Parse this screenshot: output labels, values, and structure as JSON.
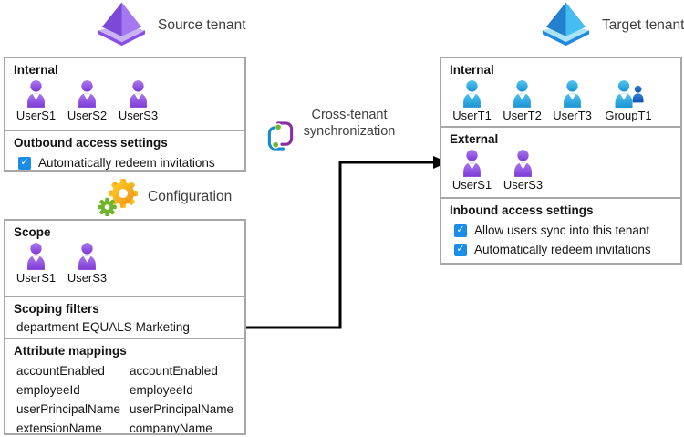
{
  "source_tenant": {
    "label": "Source tenant"
  },
  "target_tenant": {
    "label": "Target tenant"
  },
  "sync": {
    "label_line1": "Cross-tenant",
    "label_line2": "synchronization"
  },
  "configuration": {
    "label": "Configuration"
  },
  "source_box": {
    "internal": {
      "title": "Internal",
      "users": [
        "UserS1",
        "UserS2",
        "UserS3"
      ]
    },
    "outbound": {
      "title": "Outbound access settings",
      "items": [
        {
          "label": "Automatically redeem invitations",
          "checked": true
        }
      ]
    }
  },
  "config_box": {
    "scope": {
      "title": "Scope",
      "users": [
        "UserS1",
        "UserS3"
      ]
    },
    "scoping_filters": {
      "title": "Scoping filters",
      "filter": "department EQUALS Marketing"
    },
    "attribute_mappings": {
      "title": "Attribute mappings",
      "rows": [
        {
          "source": "accountEnabled",
          "target": "accountEnabled"
        },
        {
          "source": "employeeId",
          "target": "employeeId"
        },
        {
          "source": "userPrincipalName",
          "target": "userPrincipalName"
        },
        {
          "source": "extensionName",
          "target": "companyName"
        }
      ]
    }
  },
  "target_box": {
    "internal": {
      "title": "Internal",
      "users": [
        "UserT1",
        "UserT2",
        "UserT3"
      ],
      "group": "GroupT1"
    },
    "external": {
      "title": "External",
      "users": [
        "UserS1",
        "UserS3"
      ]
    },
    "inbound": {
      "title": "Inbound access settings",
      "items": [
        {
          "label": "Allow users sync into this tenant",
          "checked": true
        },
        {
          "label": "Automatically redeem invitations",
          "checked": true
        }
      ]
    }
  },
  "icons": {
    "check": "✓"
  },
  "colors": {
    "checkbox_blue": "#1B8DE8",
    "user_purple": "#8A46DC",
    "user_blue": "#2BA7DF",
    "group_member_dark_blue": "#1B66C9",
    "pyramid_purple": "#8A4FE8",
    "pyramid_blue": "#2A9BE0",
    "gear_yellow": "#FBB117",
    "gear_green": "#6FB52C",
    "sync_purple": "#8A2DA5",
    "sync_blue": "#1489CC",
    "box_border_gray": "#A7A7A7",
    "arrow_black": "#000000"
  }
}
